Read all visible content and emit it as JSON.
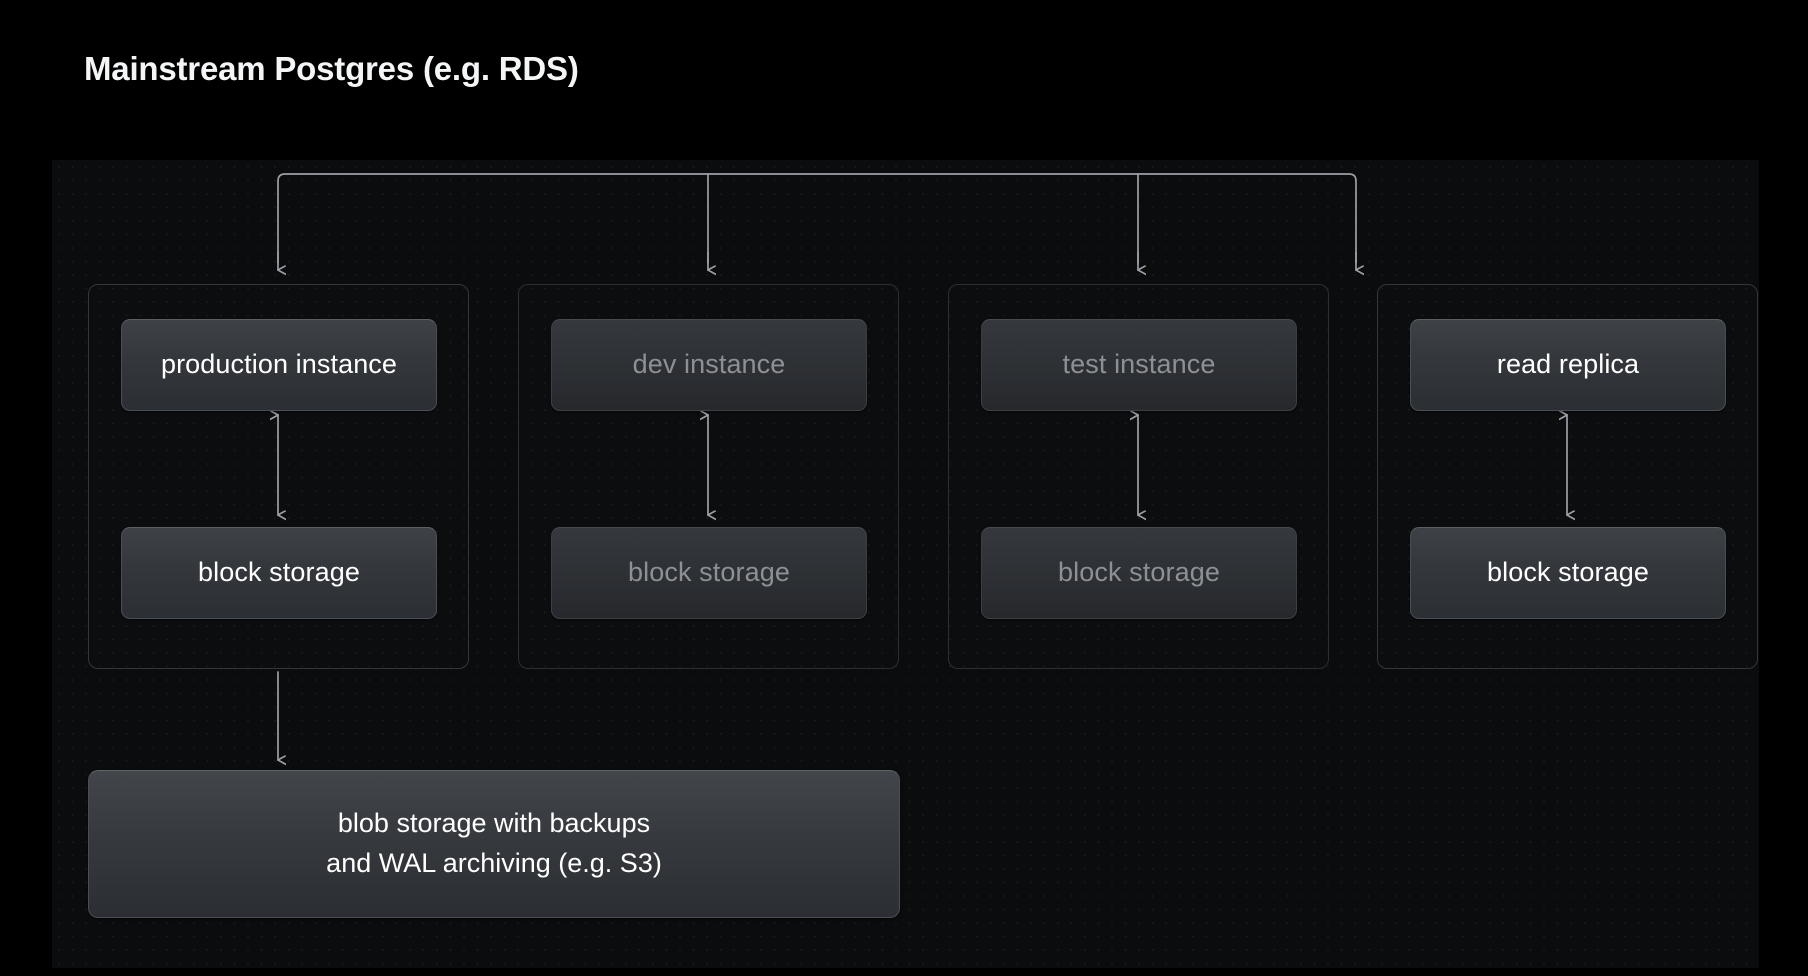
{
  "page": {
    "title": "Mainstream Postgres (e.g. RDS)",
    "background_color": "#000000",
    "canvas_color": "#0b0c0d"
  },
  "diagram": {
    "type": "architecture-tree",
    "connector_color": "#9aa0a6",
    "groups": [
      {
        "id": "production",
        "state": "active",
        "instance_label": "production instance",
        "storage_label": "block storage"
      },
      {
        "id": "dev",
        "state": "dimmed",
        "instance_label": "dev instance",
        "storage_label": "block storage"
      },
      {
        "id": "test",
        "state": "dimmed",
        "instance_label": "test instance",
        "storage_label": "block storage"
      },
      {
        "id": "read-replica",
        "state": "active",
        "instance_label": "read replica",
        "storage_label": "block storage"
      }
    ],
    "blob_storage": {
      "line1": "blob storage with backups",
      "line2": "and WAL archiving (e.g. S3)"
    }
  }
}
